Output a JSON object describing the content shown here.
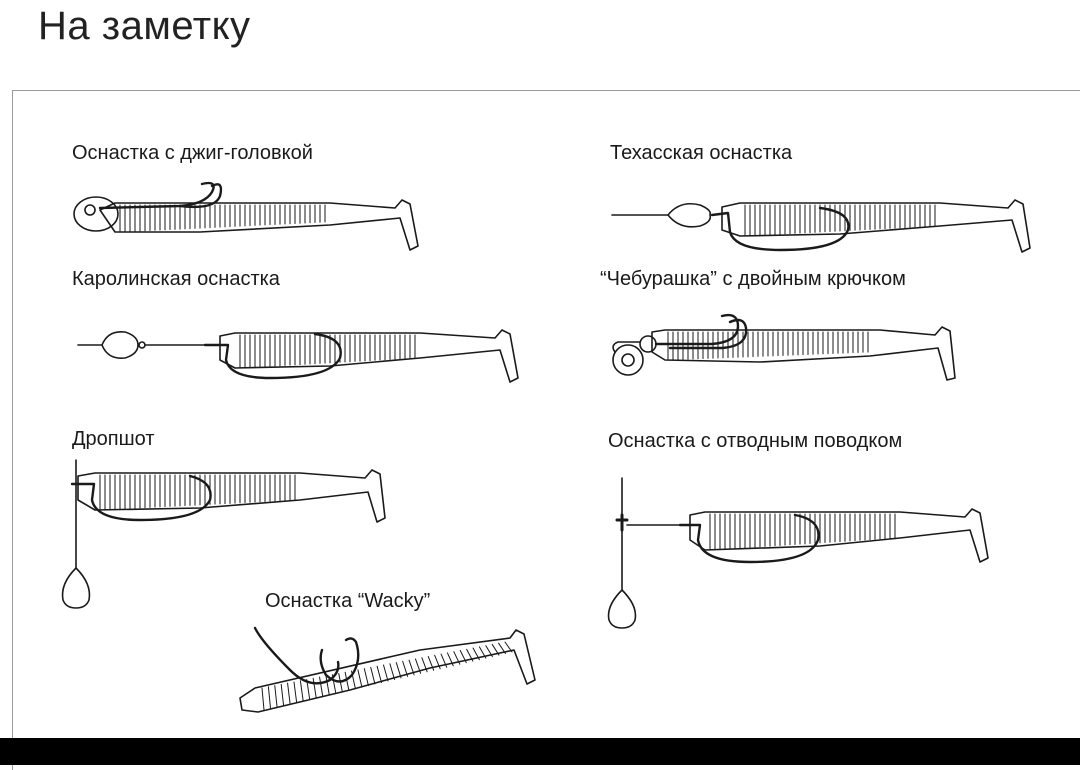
{
  "header": {
    "title": "На заметку"
  },
  "rigs": [
    {
      "id": "jig",
      "label": "Оснастка с джиг-головкой"
    },
    {
      "id": "texas",
      "label": "Техасская оснастка"
    },
    {
      "id": "carolina",
      "label": "Каролинская оснастка"
    },
    {
      "id": "cheburashka",
      "label": "“Чебурашка” с двойным крючком"
    },
    {
      "id": "dropshot",
      "label": "Дропшот"
    },
    {
      "id": "drop-leader",
      "label": "Оснастка с отводным поводком"
    },
    {
      "id": "wacky",
      "label": "Оснастка “Wacky”"
    }
  ],
  "colors": {
    "line": "#1a1a1a",
    "frame": "#9a9a9a",
    "bar": "#000000"
  }
}
